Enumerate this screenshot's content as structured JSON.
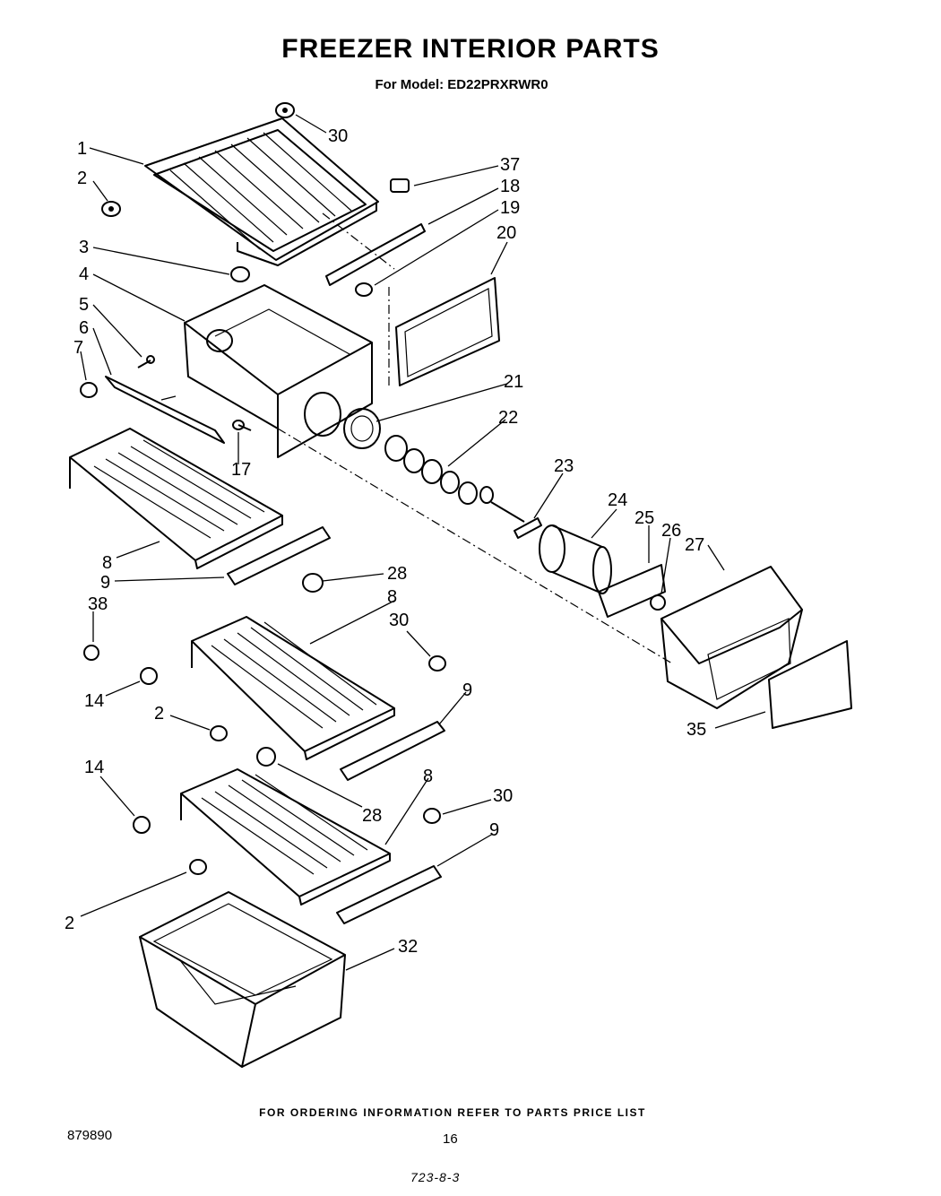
{
  "header": {
    "title": "FREEZER INTERIOR PARTS",
    "model_line": "For Model: ED22PRXRWR0"
  },
  "footer": {
    "ordering_note": "FOR ORDERING INFORMATION REFER TO PARTS PRICE LIST",
    "doc_number": "879890",
    "page_number": "16",
    "stamp": "723-8-3"
  },
  "callouts": {
    "c1": "1",
    "c2a": "2",
    "c30a": "30",
    "c37": "37",
    "c18": "18",
    "c19": "19",
    "c20": "20",
    "c3": "3",
    "c4": "4",
    "c5": "5",
    "c6": "6",
    "c7": "7",
    "c21": "21",
    "c22": "22",
    "c17": "17",
    "c23": "23",
    "c24": "24",
    "c25": "25",
    "c26": "26",
    "c27": "27",
    "c8a": "8",
    "c9a": "9",
    "c28a": "28",
    "c8b": "8",
    "c38": "38",
    "c30b": "30",
    "c14a": "14",
    "c2b": "2",
    "c9b": "9",
    "c35": "35",
    "c14b": "14",
    "c8c": "8",
    "c28b": "28",
    "c30c": "30",
    "c9c": "9",
    "c2c": "2",
    "c32": "32"
  }
}
